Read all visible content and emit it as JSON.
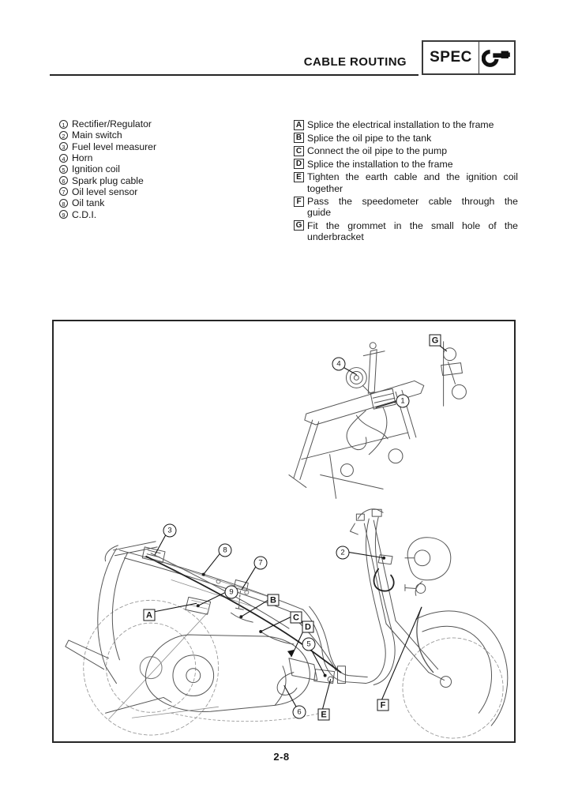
{
  "header": {
    "title": "CABLE ROUTING",
    "spec_label": "SPEC",
    "spec_icon": "micrometer-icon"
  },
  "parts_list": [
    {
      "num": "1",
      "label": "Rectifier/Regulator"
    },
    {
      "num": "2",
      "label": "Main switch"
    },
    {
      "num": "3",
      "label": "Fuel level measurer"
    },
    {
      "num": "4",
      "label": "Horn"
    },
    {
      "num": "5",
      "label": "Ignition coil"
    },
    {
      "num": "6",
      "label": "Spark plug cable"
    },
    {
      "num": "7",
      "label": "Oil level sensor"
    },
    {
      "num": "8",
      "label": "Oil tank"
    },
    {
      "num": "9",
      "label": "C.D.I."
    }
  ],
  "instructions": [
    {
      "letter": "A",
      "lines": [
        "Splice the electrical installation to the frame"
      ]
    },
    {
      "letter": "B",
      "lines": [
        "Splice the oil pipe to the tank"
      ]
    },
    {
      "letter": "C",
      "lines": [
        "Connect the oil pipe to the pump"
      ]
    },
    {
      "letter": "D",
      "lines": [
        "Splice the installation to the frame"
      ]
    },
    {
      "letter": "E",
      "lines": [
        "Tighten the earth cable and the ignition coil",
        "together"
      ]
    },
    {
      "letter": "F",
      "lines": [
        "Pass the speedometer cable through the",
        "guide"
      ]
    },
    {
      "letter": "G",
      "lines": [
        "Fit the grommet in the small hole of the",
        "underbracket"
      ]
    }
  ],
  "diagram": {
    "callouts": [
      {
        "label": "1"
      },
      {
        "label": "2"
      },
      {
        "label": "3"
      },
      {
        "label": "4"
      },
      {
        "label": "5"
      },
      {
        "label": "6"
      },
      {
        "label": "7"
      },
      {
        "label": "8"
      },
      {
        "label": "9"
      },
      {
        "label": "A"
      },
      {
        "label": "B"
      },
      {
        "label": "C"
      },
      {
        "label": "D"
      },
      {
        "label": "E"
      },
      {
        "label": "F"
      },
      {
        "label": "G"
      }
    ]
  },
  "footer": {
    "page_number": "2-8"
  }
}
